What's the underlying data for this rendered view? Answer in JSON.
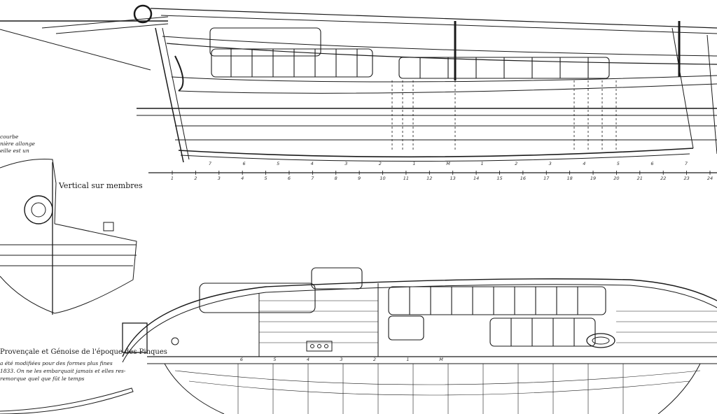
{
  "labels": {
    "vertical": "Vertical sur membres",
    "title": "Provençale et Génoise de l'époque des Pinques",
    "note_lines": [
      "a été modifiées pour des formes plus fines",
      "1833. On ne les embarquait jamais et elles res-",
      "remorque quel que fût le temps"
    ],
    "margin_lines": [
      "courbe",
      "nière allonge",
      "eille est un"
    ]
  },
  "station_numbers": [
    "1",
    "2",
    "3",
    "4",
    "5",
    "6",
    "7",
    "8",
    "9",
    "10",
    "11",
    "12",
    "13",
    "14",
    "15",
    "16",
    "17",
    "18",
    "19",
    "20",
    "21",
    "22",
    "23",
    "24"
  ],
  "frame_marks": [
    "7",
    "6",
    "5",
    "4",
    "3",
    "2",
    "1",
    "M",
    "1",
    "2",
    "3",
    "4",
    "5",
    "6",
    "7"
  ],
  "plan_marks": [
    "6",
    "5",
    "4",
    "3",
    "2",
    "1",
    "M"
  ],
  "colors": {
    "ink": "#1a1a1a",
    "paper": "#ffffff",
    "hatch": "#555555"
  }
}
